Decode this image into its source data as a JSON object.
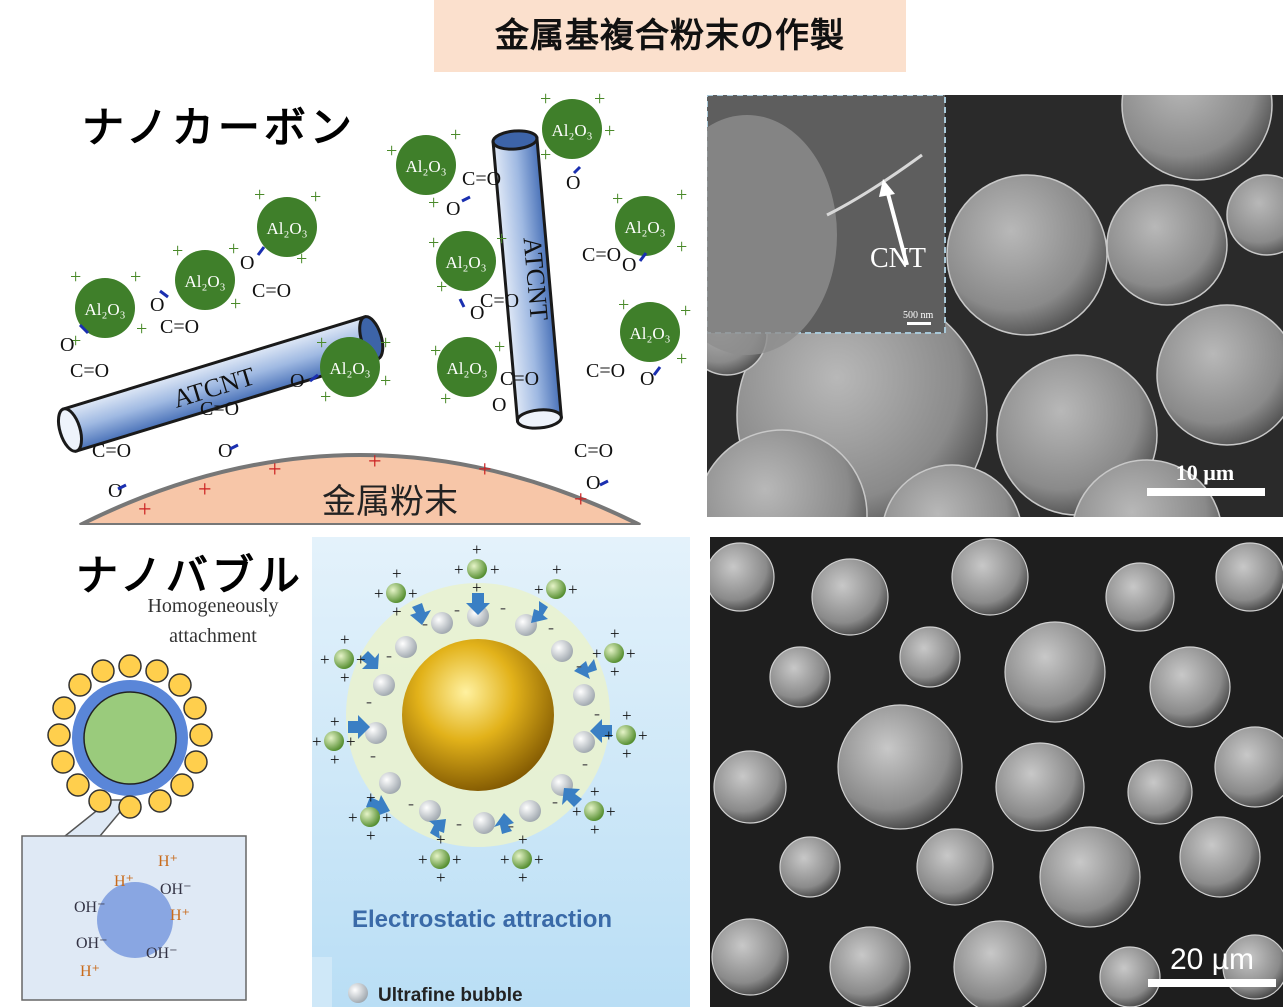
{
  "title": "金属基複合粉末の作製",
  "top_section": {
    "heading": "ナノカーボン",
    "tube_label": "ATCNT",
    "particle_label": "Al₂O₃",
    "powder_label": "金属粉末",
    "carboxyl_c_o": "C=O",
    "carboxyl_o": "O",
    "sem_inset_label": "CNT",
    "sem_inset_scale": "500 nm",
    "sem_scale": "10 µm"
  },
  "bottom_section": {
    "heading": "ナノバブル",
    "caption_line1": "Homogeneously",
    "caption_line2": "attachment",
    "ions": {
      "h_plus": "H⁺",
      "oh_minus": "OH⁻"
    },
    "attraction_label": "Electrostatic attraction",
    "legend_label": "Ultrafine bubble",
    "sem_scale": "20 µm"
  },
  "colors": {
    "title_bg": "#fbe0cd",
    "alumina": "#3f7f2a",
    "tube": "#5b86c8",
    "powder": "#f7c6a8",
    "attraction_bg": "#cfe8f8",
    "gold": "#c9930a"
  }
}
